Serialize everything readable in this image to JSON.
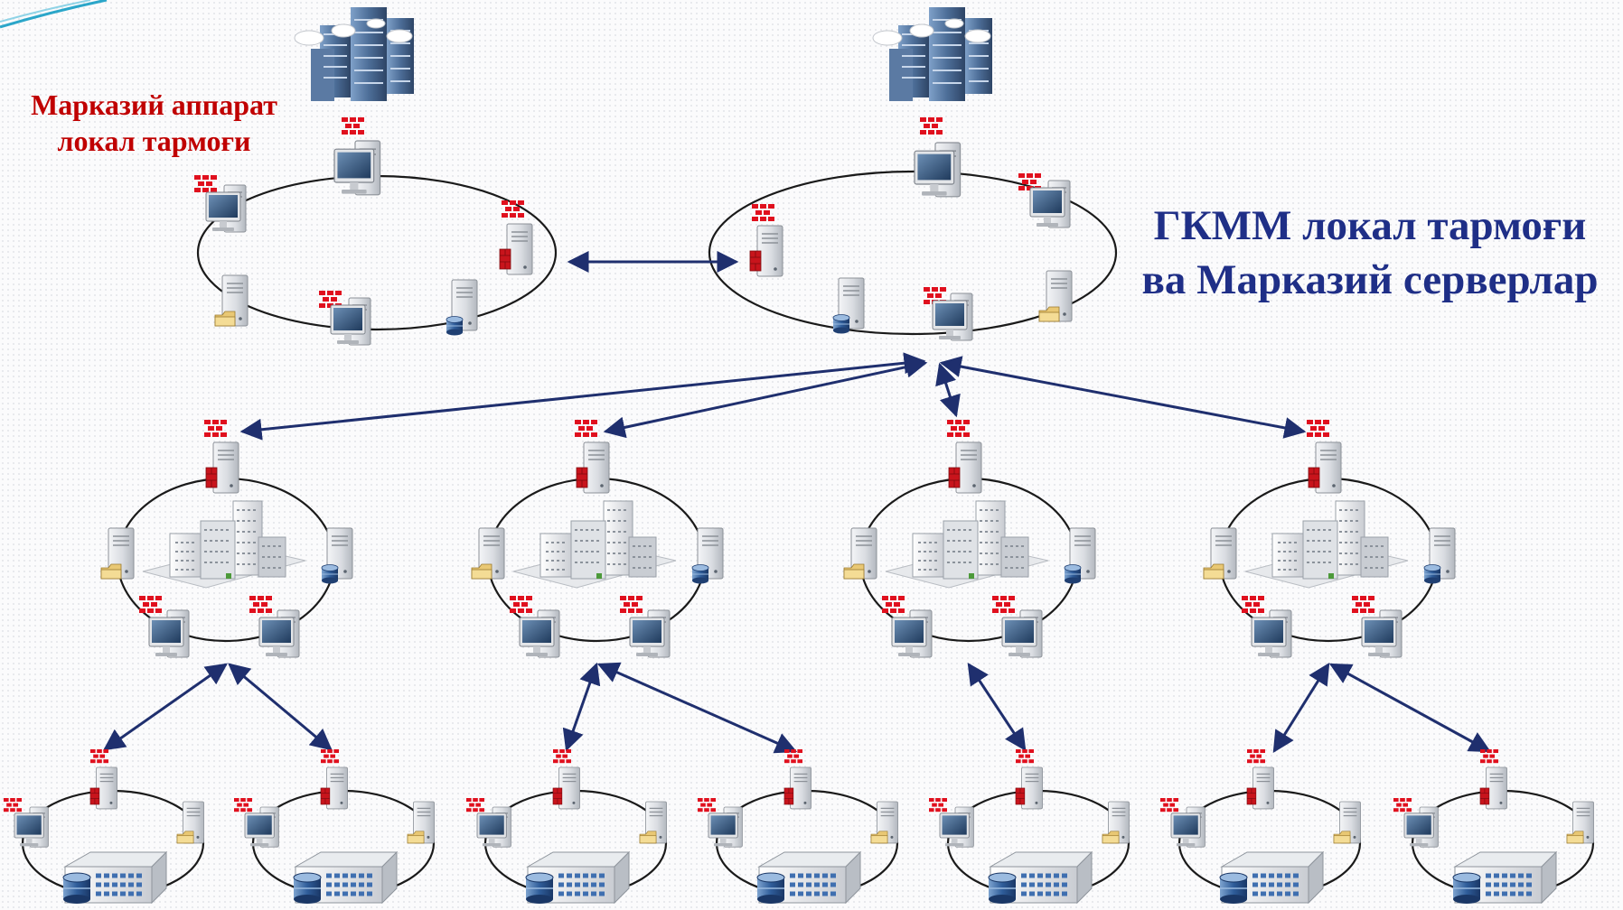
{
  "labels": {
    "central_line1": "Марказий аппарат",
    "central_line2": "локал тармоғи",
    "gkmm_line1": "ГКММ локал тармоғи",
    "gkmm_line2": "ва Марказий серверлар"
  },
  "colors": {
    "central_label": "#c00000",
    "gkmm_label": "#1f2f87",
    "link_arrow": "#1f2f6e",
    "ring_line": "#1a1a1a",
    "firewall": "#e0101e",
    "corner_accent": "#2ba6c9"
  },
  "icons": {
    "workstation": "desktop-computer-icon",
    "server": "tower-server-icon",
    "firewall": "firewall-brick-icon",
    "database": "database-cylinder-icon",
    "file_server": "folder-server-icon",
    "city": "skyscraper-city-icon",
    "office": "office-buildings-icon",
    "datacenter": "datacenter-building-icon"
  }
}
